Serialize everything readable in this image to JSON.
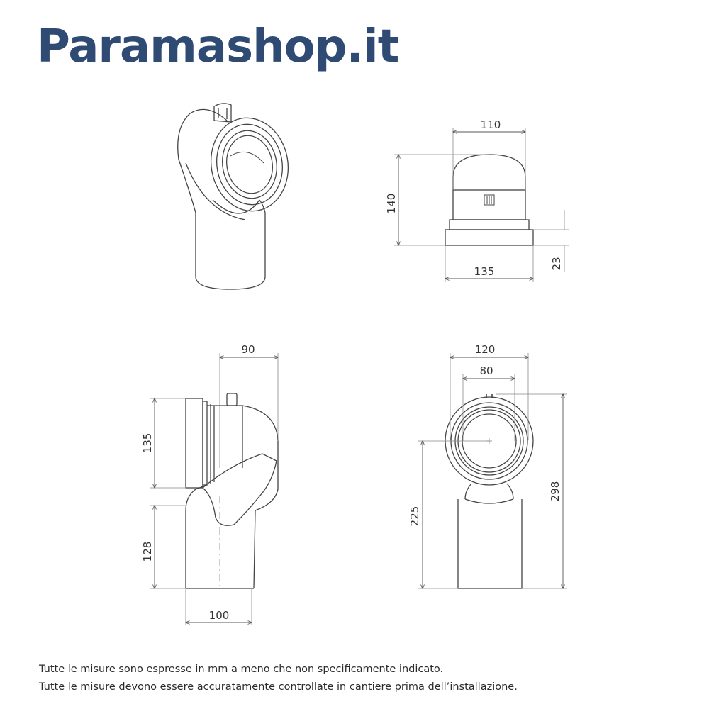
{
  "brand": {
    "title": "Paramashop.it"
  },
  "views": {
    "top": {
      "width": "110",
      "height": "140",
      "base_width": "135",
      "collar_height": "23"
    },
    "side": {
      "depth": "90",
      "inlet_height": "135",
      "outlet_height": "128",
      "outlet_width": "100"
    },
    "front": {
      "outer_width": "120",
      "inner_width": "80",
      "inlet_center_height": "225",
      "total_height": "298"
    }
  },
  "notes": {
    "line1": "Tutte le misure sono espresse in mm a meno che non specificamente indicato.",
    "line2": "Tutte le misure devono essere accuratamente controllate in cantiere prima dell’installazione."
  },
  "colors": {
    "brand": "#2f4a73",
    "line": "#444444",
    "text": "#2b2b2b"
  }
}
